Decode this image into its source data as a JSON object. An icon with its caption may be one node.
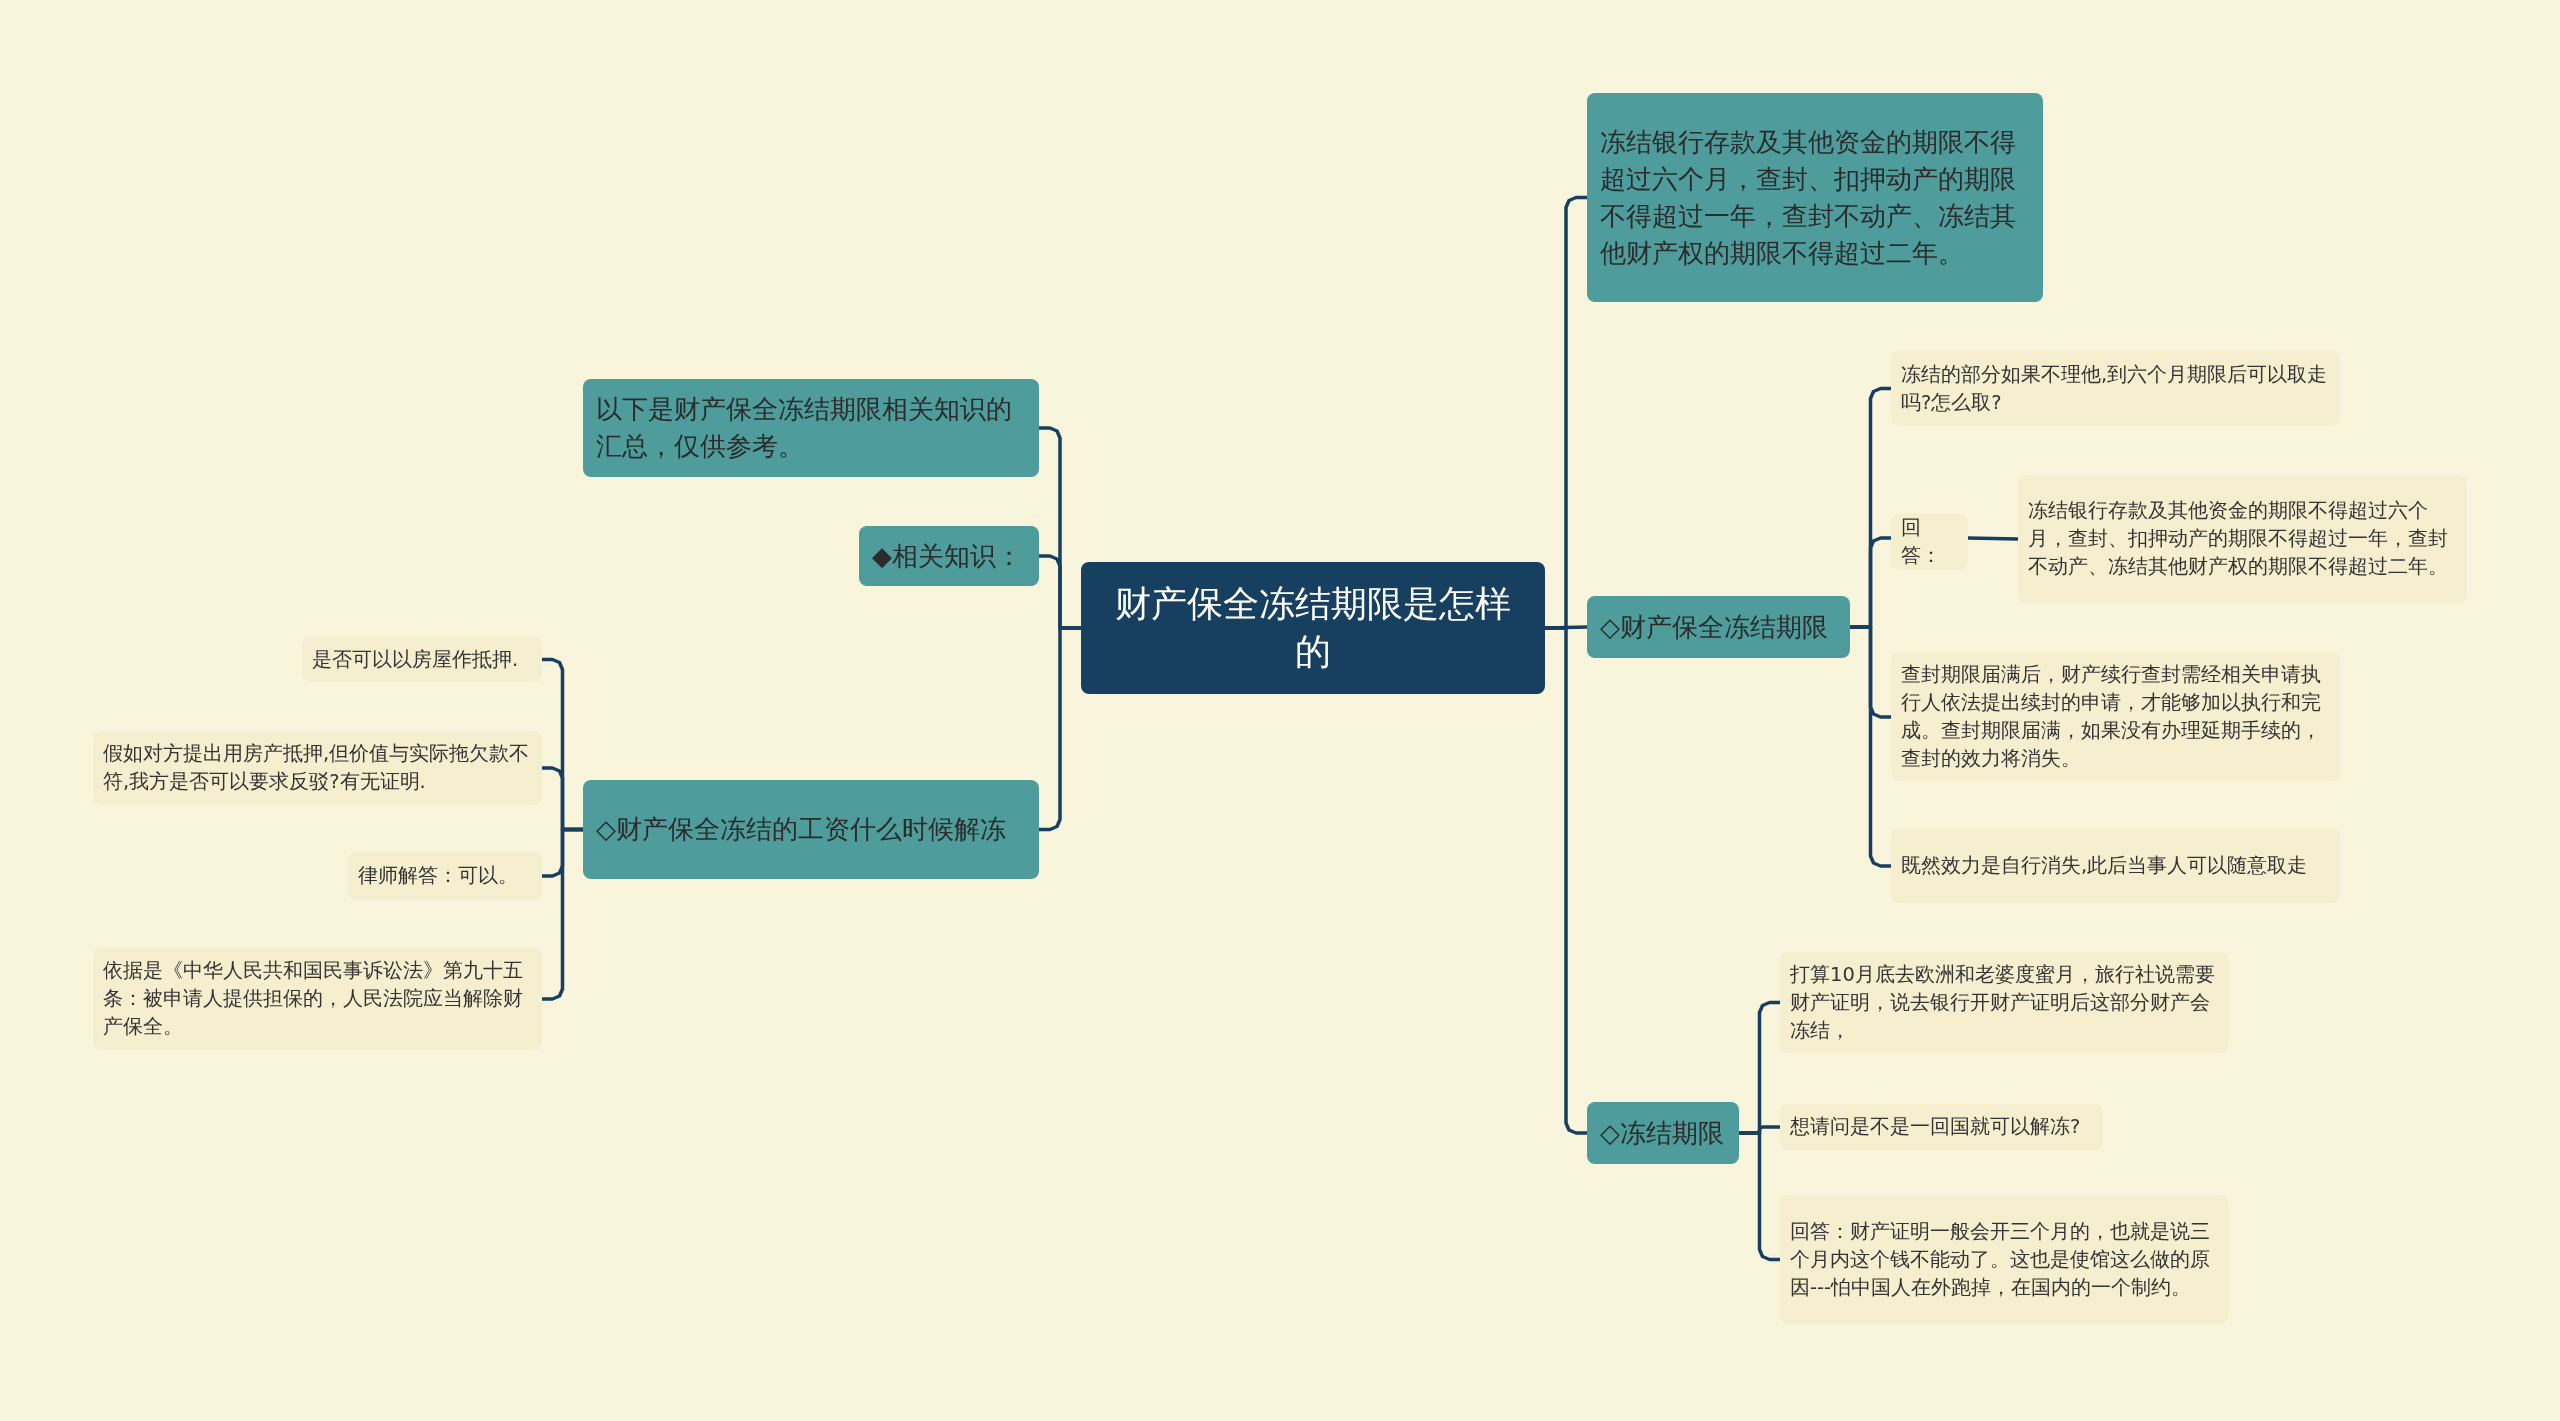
{
  "diagram": {
    "nodes": [
      {
        "text": [
          "财产保全冻结期限是怎样的"
        ]
      },
      {
        "text": [
          "以下是财产保全冻结期限相关知识的汇总，仅供参考。"
        ]
      },
      {
        "text": [
          "◆相关知识："
        ]
      },
      {
        "text": [
          "◇财产保全冻结的工资什么时候解冻"
        ]
      },
      {
        "text": [
          "是否可以以房屋作抵押."
        ]
      },
      {
        "text": [
          "假如对方提出用房产抵押,但价值与实际拖欠款不符,我方是否可以要求反驳?有无证明."
        ]
      },
      {
        "text": [
          "律师解答：可以。"
        ]
      },
      {
        "text": [
          "依据是《中华人民共和国民事诉讼法》第九十五条：被申请人提供担保的，人民法院应当解除财产保全。"
        ]
      },
      {
        "text": [
          "冻结银行存款及其他资金的期限不得超过六个月，查封、扣押动产的期限不得超过一年，查封不动产、冻结其他财产权的期限不得超过二年。"
        ]
      },
      {
        "text": [
          "◇财产保全冻结期限"
        ]
      },
      {
        "text": [
          "冻结的部分如果不理他,到六个月期限后可以取走吗?怎么取?"
        ]
      },
      {
        "text": [
          "回答："
        ]
      },
      {
        "text": [
          "冻结银行存款及其他资金的期限不得超过六个月，查封、扣押动产的期限不得超过一年，查封不动产、冻结其他财产权的期限不得超过二年。"
        ]
      },
      {
        "text": [
          "查封期限届满后，财产续行查封需经相关申请执行人依法提出续封的申请，才能够加以执行和完成。查封期限届满，如果没有办理延期手续的，查封的效力将消失。"
        ]
      },
      {
        "text": [
          "既然效力是自行消失,此后当事人可以随意取走"
        ]
      },
      {
        "text": [
          "◇冻结期限"
        ]
      },
      {
        "text": [
          "打算10月底去欧洲和老婆度蜜月，旅行社说需要财产证明，说去银行开财产证明后这部分财产会冻结，"
        ]
      },
      {
        "text": [
          "想请问是不是一回国就可以解冻?"
        ]
      },
      {
        "text": [
          "回答：财产证明一般会开三个月的，也就是说三个月内这个钱不能动了。这也是使馆这么做的原因---怕中国人在外跑掉，在国内的一个制约。"
        ]
      }
    ],
    "edges": [
      {
        "from": 0,
        "to": 1,
        "arrow": "none"
      },
      {
        "from": 0,
        "to": 2,
        "arrow": "none"
      },
      {
        "from": 0,
        "to": 3,
        "arrow": "none"
      },
      {
        "from": 3,
        "to": 4,
        "arrow": "none"
      },
      {
        "from": 3,
        "to": 5,
        "arrow": "none"
      },
      {
        "from": 3,
        "to": 6,
        "arrow": "none"
      },
      {
        "from": 3,
        "to": 7,
        "arrow": "none"
      },
      {
        "from": 0,
        "to": 8,
        "arrow": "none"
      },
      {
        "from": 0,
        "to": 9,
        "arrow": "none"
      },
      {
        "from": 0,
        "to": 15,
        "arrow": "none"
      },
      {
        "from": 9,
        "to": 10,
        "arrow": "none"
      },
      {
        "from": 9,
        "to": 11,
        "arrow": "none"
      },
      {
        "from": 11,
        "to": 12,
        "arrow": "none"
      },
      {
        "from": 9,
        "to": 13,
        "arrow": "none"
      },
      {
        "from": 9,
        "to": 14,
        "arrow": "none"
      },
      {
        "from": 15,
        "to": 16,
        "arrow": "none"
      },
      {
        "from": 15,
        "to": 17,
        "arrow": "none"
      },
      {
        "from": 15,
        "to": 18,
        "arrow": "none"
      }
    ]
  }
}
